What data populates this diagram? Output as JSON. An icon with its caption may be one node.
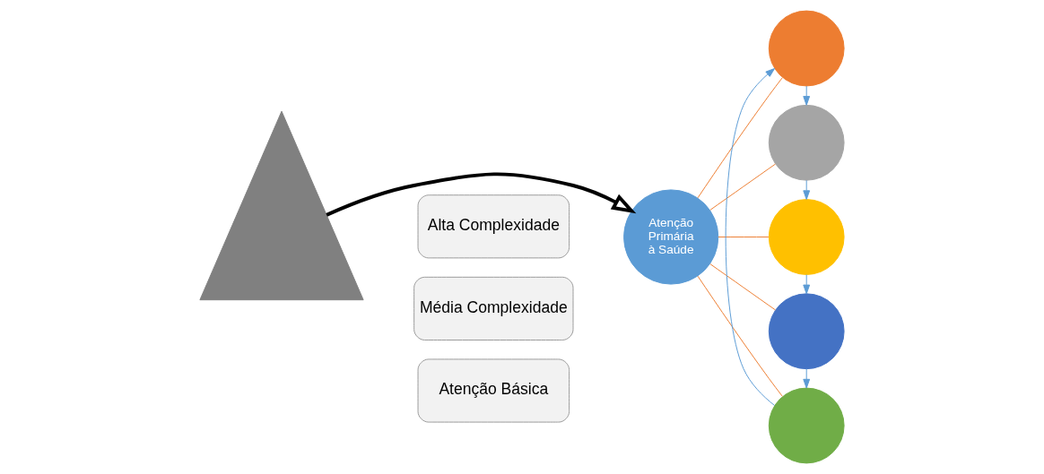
{
  "diagram": {
    "nodes": [
      {
        "text": [],
        "shape": "triangle"
      },
      {
        "text": [
          "Alta Complexidade"
        ]
      },
      {
        "text": [
          "Média Complexidade"
        ]
      },
      {
        "text": [
          "Atenção Básica"
        ]
      },
      {
        "text": [
          "Atenção Primária à Saúde"
        ]
      },
      {
        "text": [],
        "shape": "circle"
      },
      {
        "text": [],
        "shape": "circle"
      },
      {
        "text": [],
        "shape": "circle"
      },
      {
        "text": [],
        "shape": "circle"
      },
      {
        "text": [],
        "shape": "circle"
      }
    ],
    "edges": [
      {
        "from": 0,
        "to": 4,
        "arrow": "to",
        "style": "thick",
        "color": "#000000"
      },
      {
        "from": 4,
        "to": 5,
        "arrow": "none",
        "color": "#ed7d31"
      },
      {
        "from": 4,
        "to": 6,
        "arrow": "none",
        "color": "#ed7d31"
      },
      {
        "from": 4,
        "to": 7,
        "arrow": "none",
        "color": "#ed7d31"
      },
      {
        "from": 4,
        "to": 8,
        "arrow": "none",
        "color": "#ed7d31"
      },
      {
        "from": 4,
        "to": 9,
        "arrow": "none",
        "color": "#ed7d31"
      },
      {
        "from": 9,
        "to": 5,
        "arrow": "to",
        "color": "#5b9bd5"
      },
      {
        "from": 5,
        "to": 6,
        "arrow": "to",
        "color": "#5b9bd5"
      },
      {
        "from": 6,
        "to": 7,
        "arrow": "to",
        "color": "#5b9bd5"
      },
      {
        "from": 7,
        "to": 8,
        "arrow": "to",
        "color": "#5b9bd5"
      },
      {
        "from": 8,
        "to": 9,
        "arrow": "to",
        "color": "#5b9bd5"
      }
    ]
  }
}
